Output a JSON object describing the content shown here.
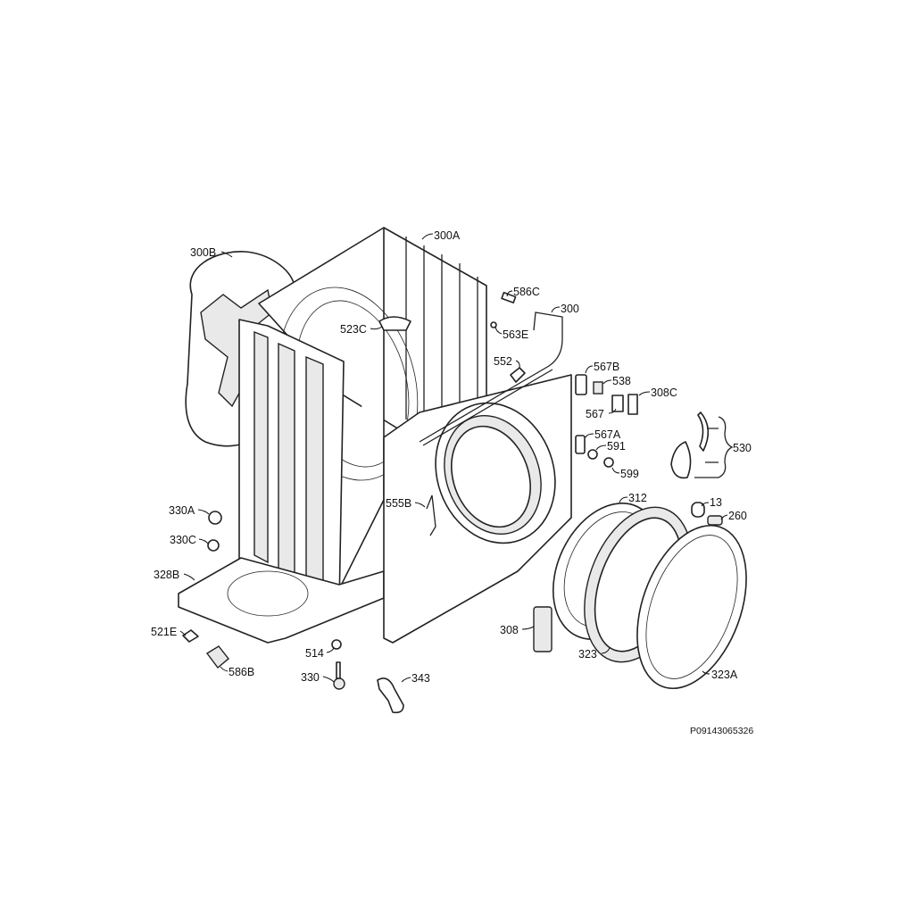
{
  "diagram": {
    "drawing_code": "P09143065326",
    "parts": [
      {
        "ref": "300B"
      },
      {
        "ref": "300A"
      },
      {
        "ref": "586C"
      },
      {
        "ref": "300"
      },
      {
        "ref": "523C"
      },
      {
        "ref": "563E"
      },
      {
        "ref": "552"
      },
      {
        "ref": "567B"
      },
      {
        "ref": "538"
      },
      {
        "ref": "308C"
      },
      {
        "ref": "567"
      },
      {
        "ref": "567A"
      },
      {
        "ref": "591"
      },
      {
        "ref": "530"
      },
      {
        "ref": "599"
      },
      {
        "ref": "312"
      },
      {
        "ref": "13"
      },
      {
        "ref": "260"
      },
      {
        "ref": "330A"
      },
      {
        "ref": "555B"
      },
      {
        "ref": "330C"
      },
      {
        "ref": "328B"
      },
      {
        "ref": "308"
      },
      {
        "ref": "521E"
      },
      {
        "ref": "323"
      },
      {
        "ref": "323A"
      },
      {
        "ref": "514"
      },
      {
        "ref": "586B"
      },
      {
        "ref": "330"
      },
      {
        "ref": "343"
      }
    ]
  }
}
